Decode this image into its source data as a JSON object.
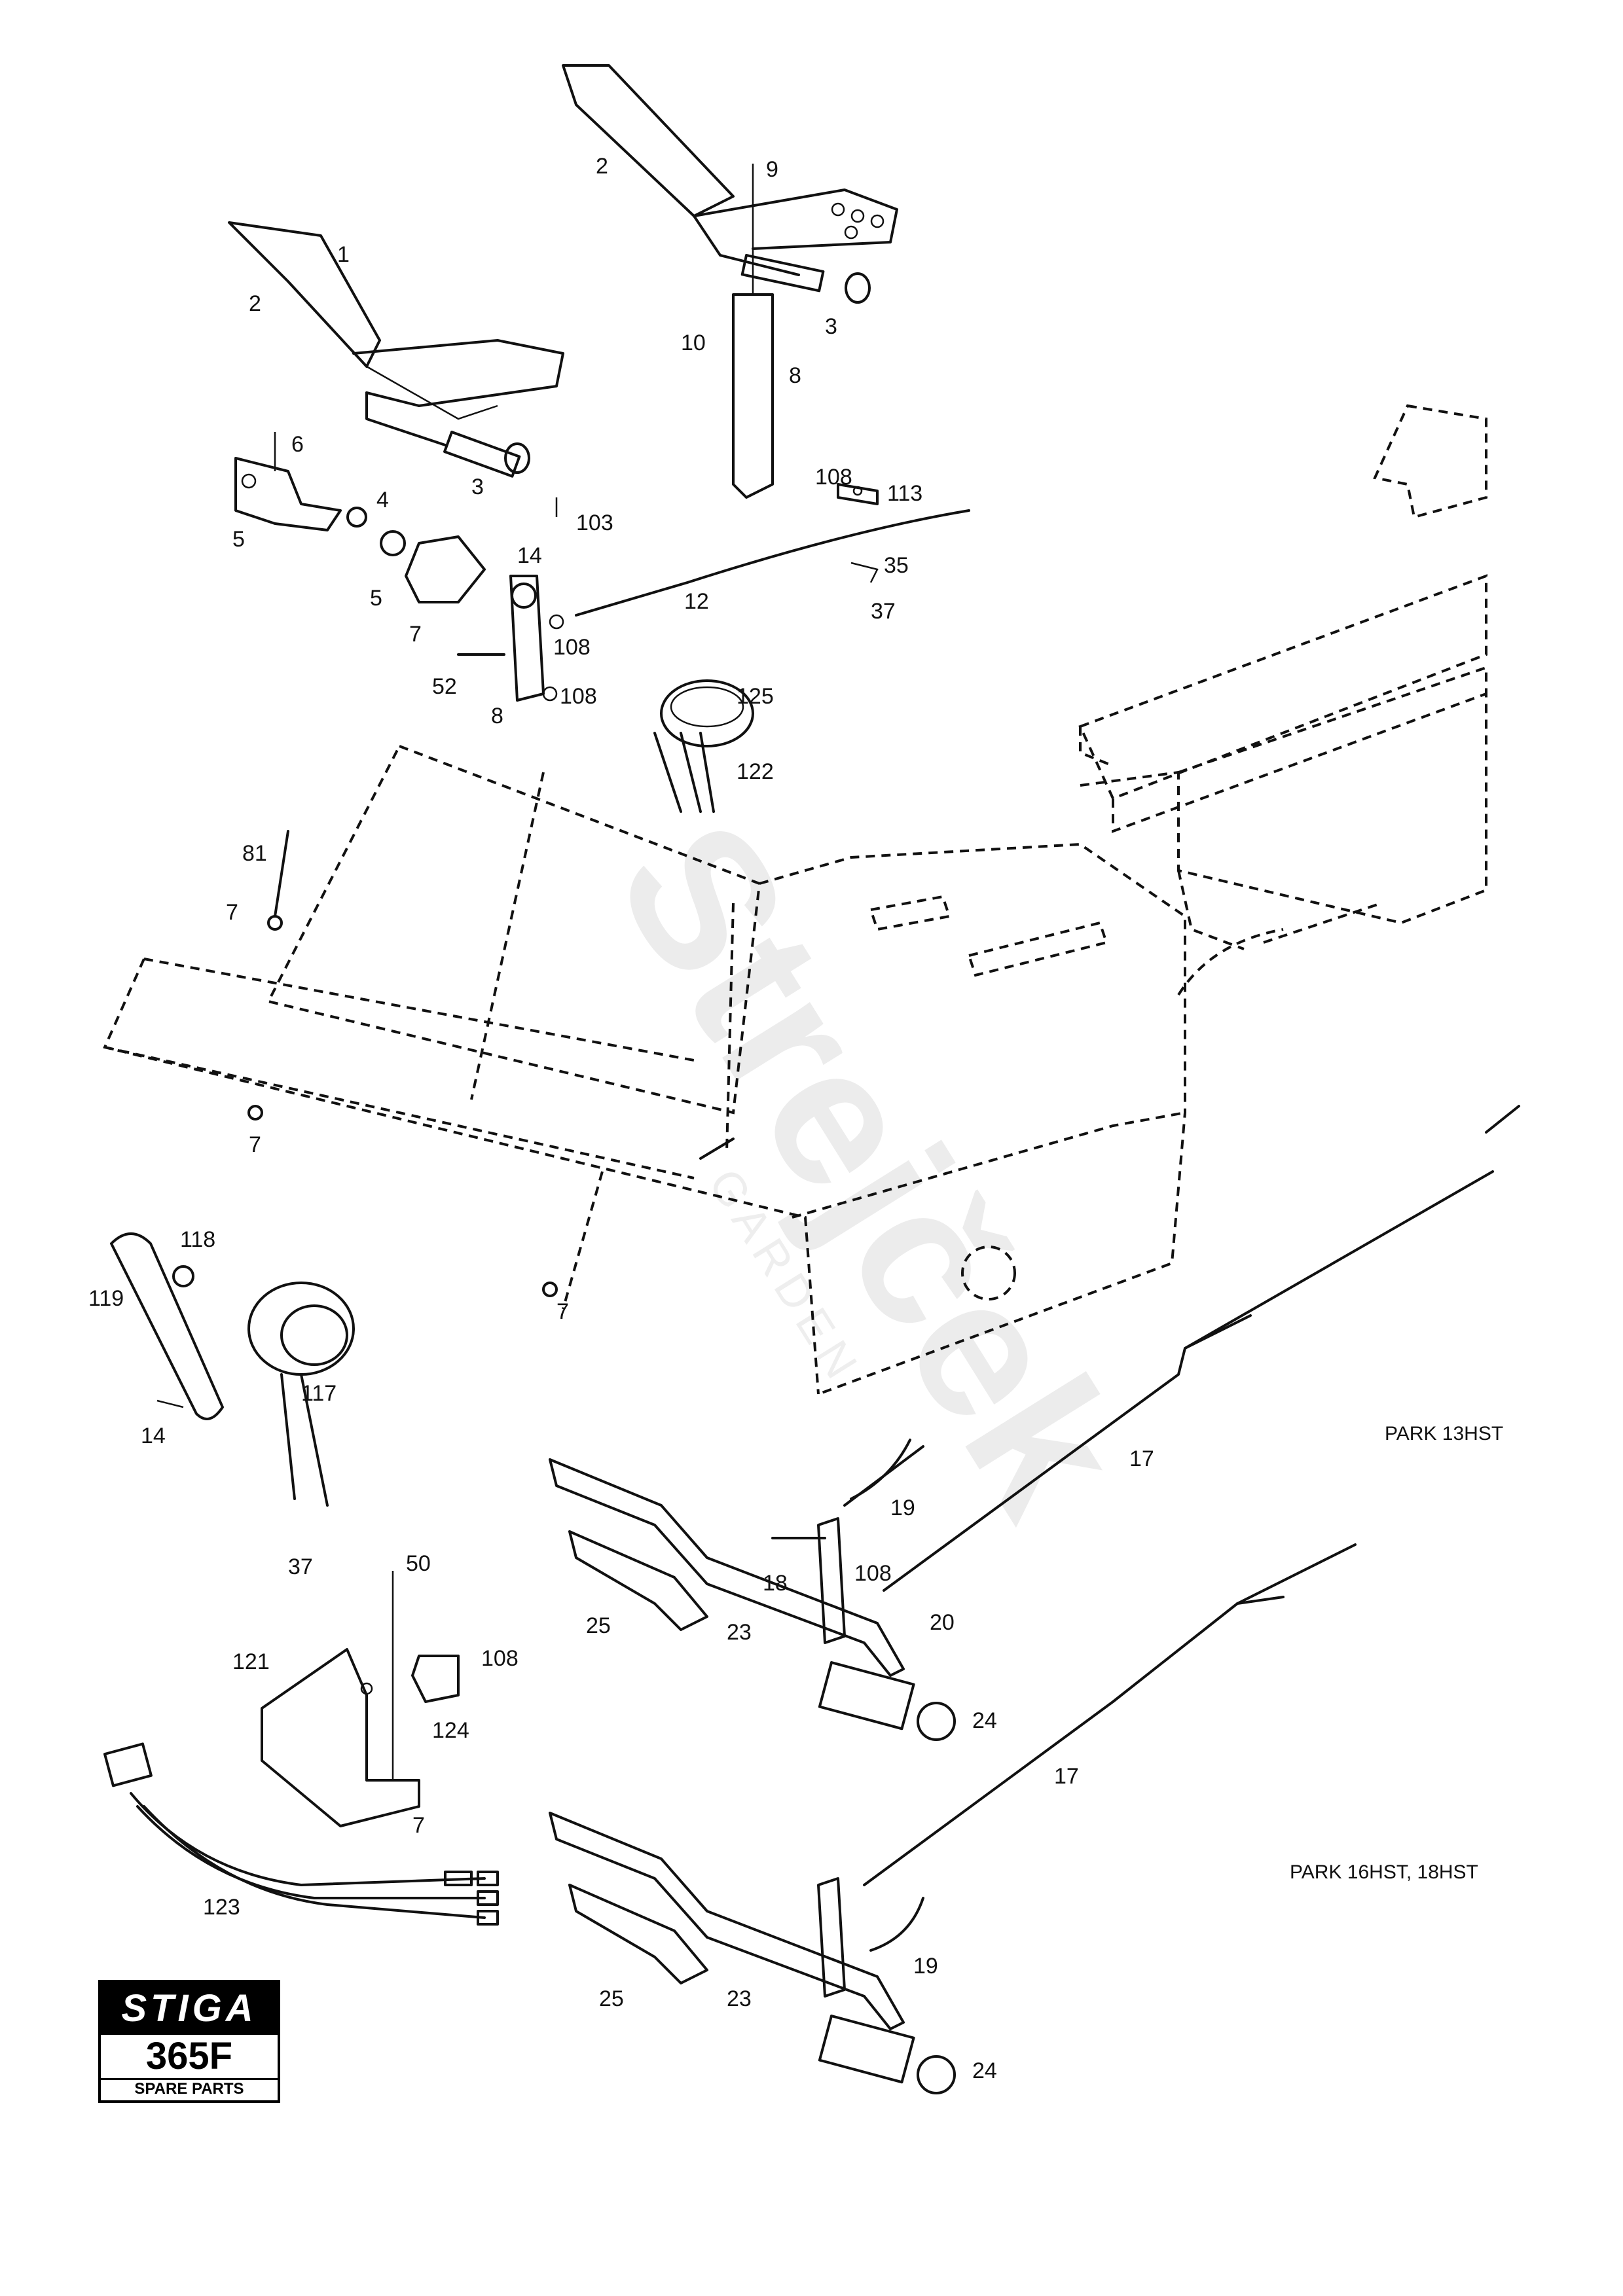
{
  "watermark": {
    "brand": "Strejček",
    "sub": "GARDEN"
  },
  "callouts": [
    {
      "text": "1"
    },
    {
      "text": "2"
    },
    {
      "text": "3"
    },
    {
      "text": "2"
    },
    {
      "text": "9"
    },
    {
      "text": "3"
    },
    {
      "text": "10"
    },
    {
      "text": "8"
    },
    {
      "text": "6"
    },
    {
      "text": "5"
    },
    {
      "text": "4"
    },
    {
      "text": "103"
    },
    {
      "text": "5"
    },
    {
      "text": "7"
    },
    {
      "text": "14"
    },
    {
      "text": "108"
    },
    {
      "text": "52"
    },
    {
      "text": "108"
    },
    {
      "text": "8"
    },
    {
      "text": "12"
    },
    {
      "text": "108"
    },
    {
      "text": "113"
    },
    {
      "text": "35"
    },
    {
      "text": "37"
    },
    {
      "text": "125"
    },
    {
      "text": "122"
    },
    {
      "text": "81"
    },
    {
      "text": "7"
    },
    {
      "text": "7"
    },
    {
      "text": "7"
    },
    {
      "text": "118"
    },
    {
      "text": "119"
    },
    {
      "text": "117"
    },
    {
      "text": "14"
    },
    {
      "text": "17"
    },
    {
      "text": "19"
    },
    {
      "text": "18"
    },
    {
      "text": "108"
    },
    {
      "text": "20"
    },
    {
      "text": "25"
    },
    {
      "text": "23"
    },
    {
      "text": "24"
    },
    {
      "text": "37"
    },
    {
      "text": "50"
    },
    {
      "text": "121"
    },
    {
      "text": "108"
    },
    {
      "text": "124"
    },
    {
      "text": "7"
    },
    {
      "text": "123"
    },
    {
      "text": "17"
    },
    {
      "text": "19"
    },
    {
      "text": "25"
    },
    {
      "text": "23"
    },
    {
      "text": "24"
    }
  ],
  "model_notes": [
    {
      "text": "PARK 13HST"
    },
    {
      "text": "PARK 16HST, 18HST"
    }
  ],
  "logo": {
    "brand": "STIGA",
    "model": "365F",
    "subtitle": "SPARE PARTS"
  }
}
